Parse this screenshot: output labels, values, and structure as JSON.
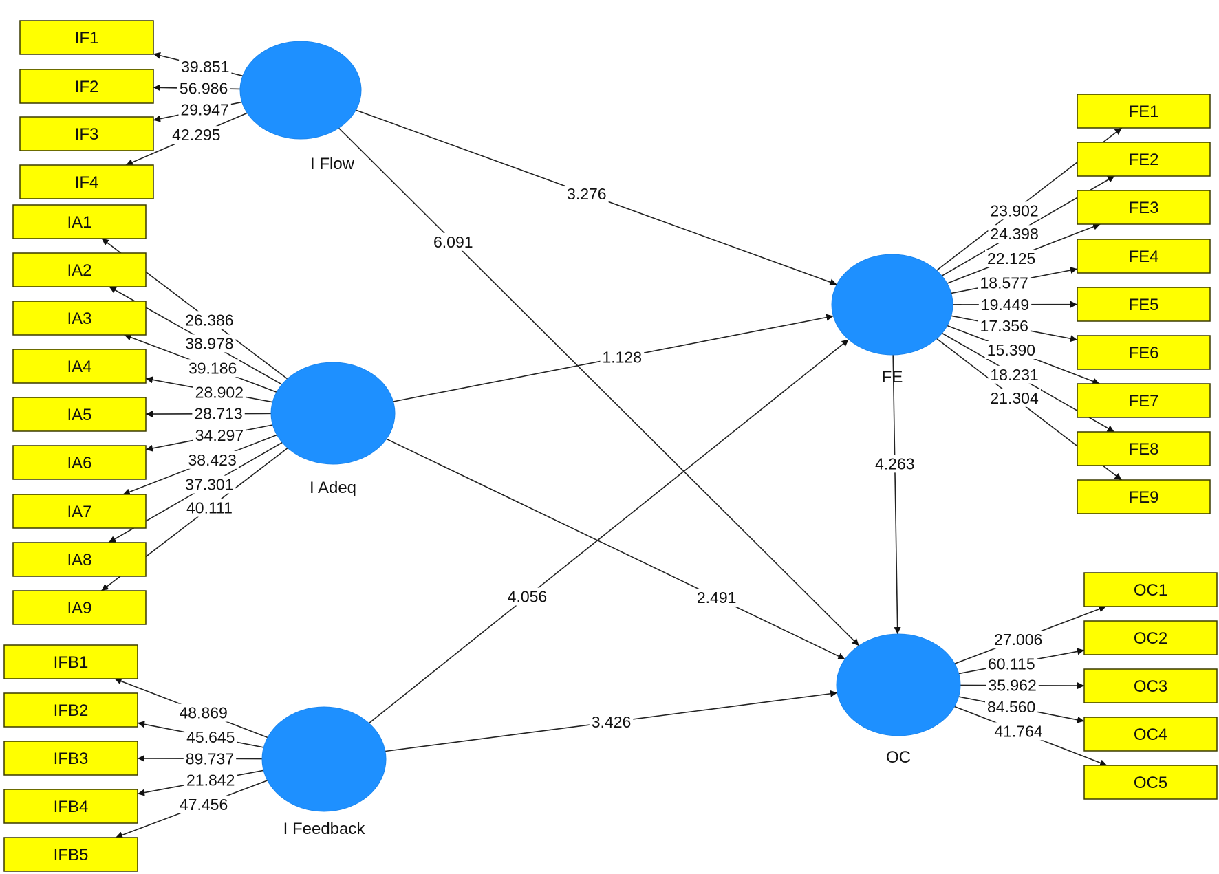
{
  "latents": {
    "IFlow": {
      "label": "I Flow"
    },
    "IAdeq": {
      "label": "I Adeq"
    },
    "IFeedback": {
      "label": "I Feedback"
    },
    "FE": {
      "label": "FE"
    },
    "OC": {
      "label": "OC"
    }
  },
  "indicators": {
    "IF1": "IF1",
    "IF2": "IF2",
    "IF3": "IF3",
    "IF4": "IF4",
    "IA1": "IA1",
    "IA2": "IA2",
    "IA3": "IA3",
    "IA4": "IA4",
    "IA5": "IA5",
    "IA6": "IA6",
    "IA7": "IA7",
    "IA8": "IA8",
    "IA9": "IA9",
    "IFB1": "IFB1",
    "IFB2": "IFB2",
    "IFB3": "IFB3",
    "IFB4": "IFB4",
    "IFB5": "IFB5",
    "FE1": "FE1",
    "FE2": "FE2",
    "FE3": "FE3",
    "FE4": "FE4",
    "FE5": "FE5",
    "FE6": "FE6",
    "FE7": "FE7",
    "FE8": "FE8",
    "FE9": "FE9",
    "OC1": "OC1",
    "OC2": "OC2",
    "OC3": "OC3",
    "OC4": "OC4",
    "OC5": "OC5"
  },
  "loadings": {
    "IF1": "39.851",
    "IF2": "56.986",
    "IF3": "29.947",
    "IF4": "42.295",
    "IA1": "26.386",
    "IA2": "38.978",
    "IA3": "39.186",
    "IA4": "28.902",
    "IA5": "28.713",
    "IA6": "34.297",
    "IA7": "38.423",
    "IA8": "37.301",
    "IA9": "40.111",
    "IFB1": "48.869",
    "IFB2": "45.645",
    "IFB3": "89.737",
    "IFB4": "21.842",
    "IFB5": "47.456",
    "FE1": "23.902",
    "FE2": "24.398",
    "FE3": "22.125",
    "FE4": "18.577",
    "FE5": "19.449",
    "FE6": "17.356",
    "FE7": "15.390",
    "FE8": "18.231",
    "FE9": "21.304",
    "OC1": "27.006",
    "OC2": "60.115",
    "OC3": "35.962",
    "OC4": "84.560",
    "OC5": "41.764"
  },
  "paths": {
    "IFlow_FE": "3.276",
    "IFlow_OC": "6.091",
    "IAdeq_FE": "1.128",
    "IAdeq_OC": "2.491",
    "IFeedback_FE": "4.056",
    "IFeedback_OC": "3.426",
    "FE_OC": "4.263"
  },
  "colors": {
    "latent_fill": "#1e90ff",
    "indicator_fill": "#ffff00",
    "edge": "#222222"
  }
}
